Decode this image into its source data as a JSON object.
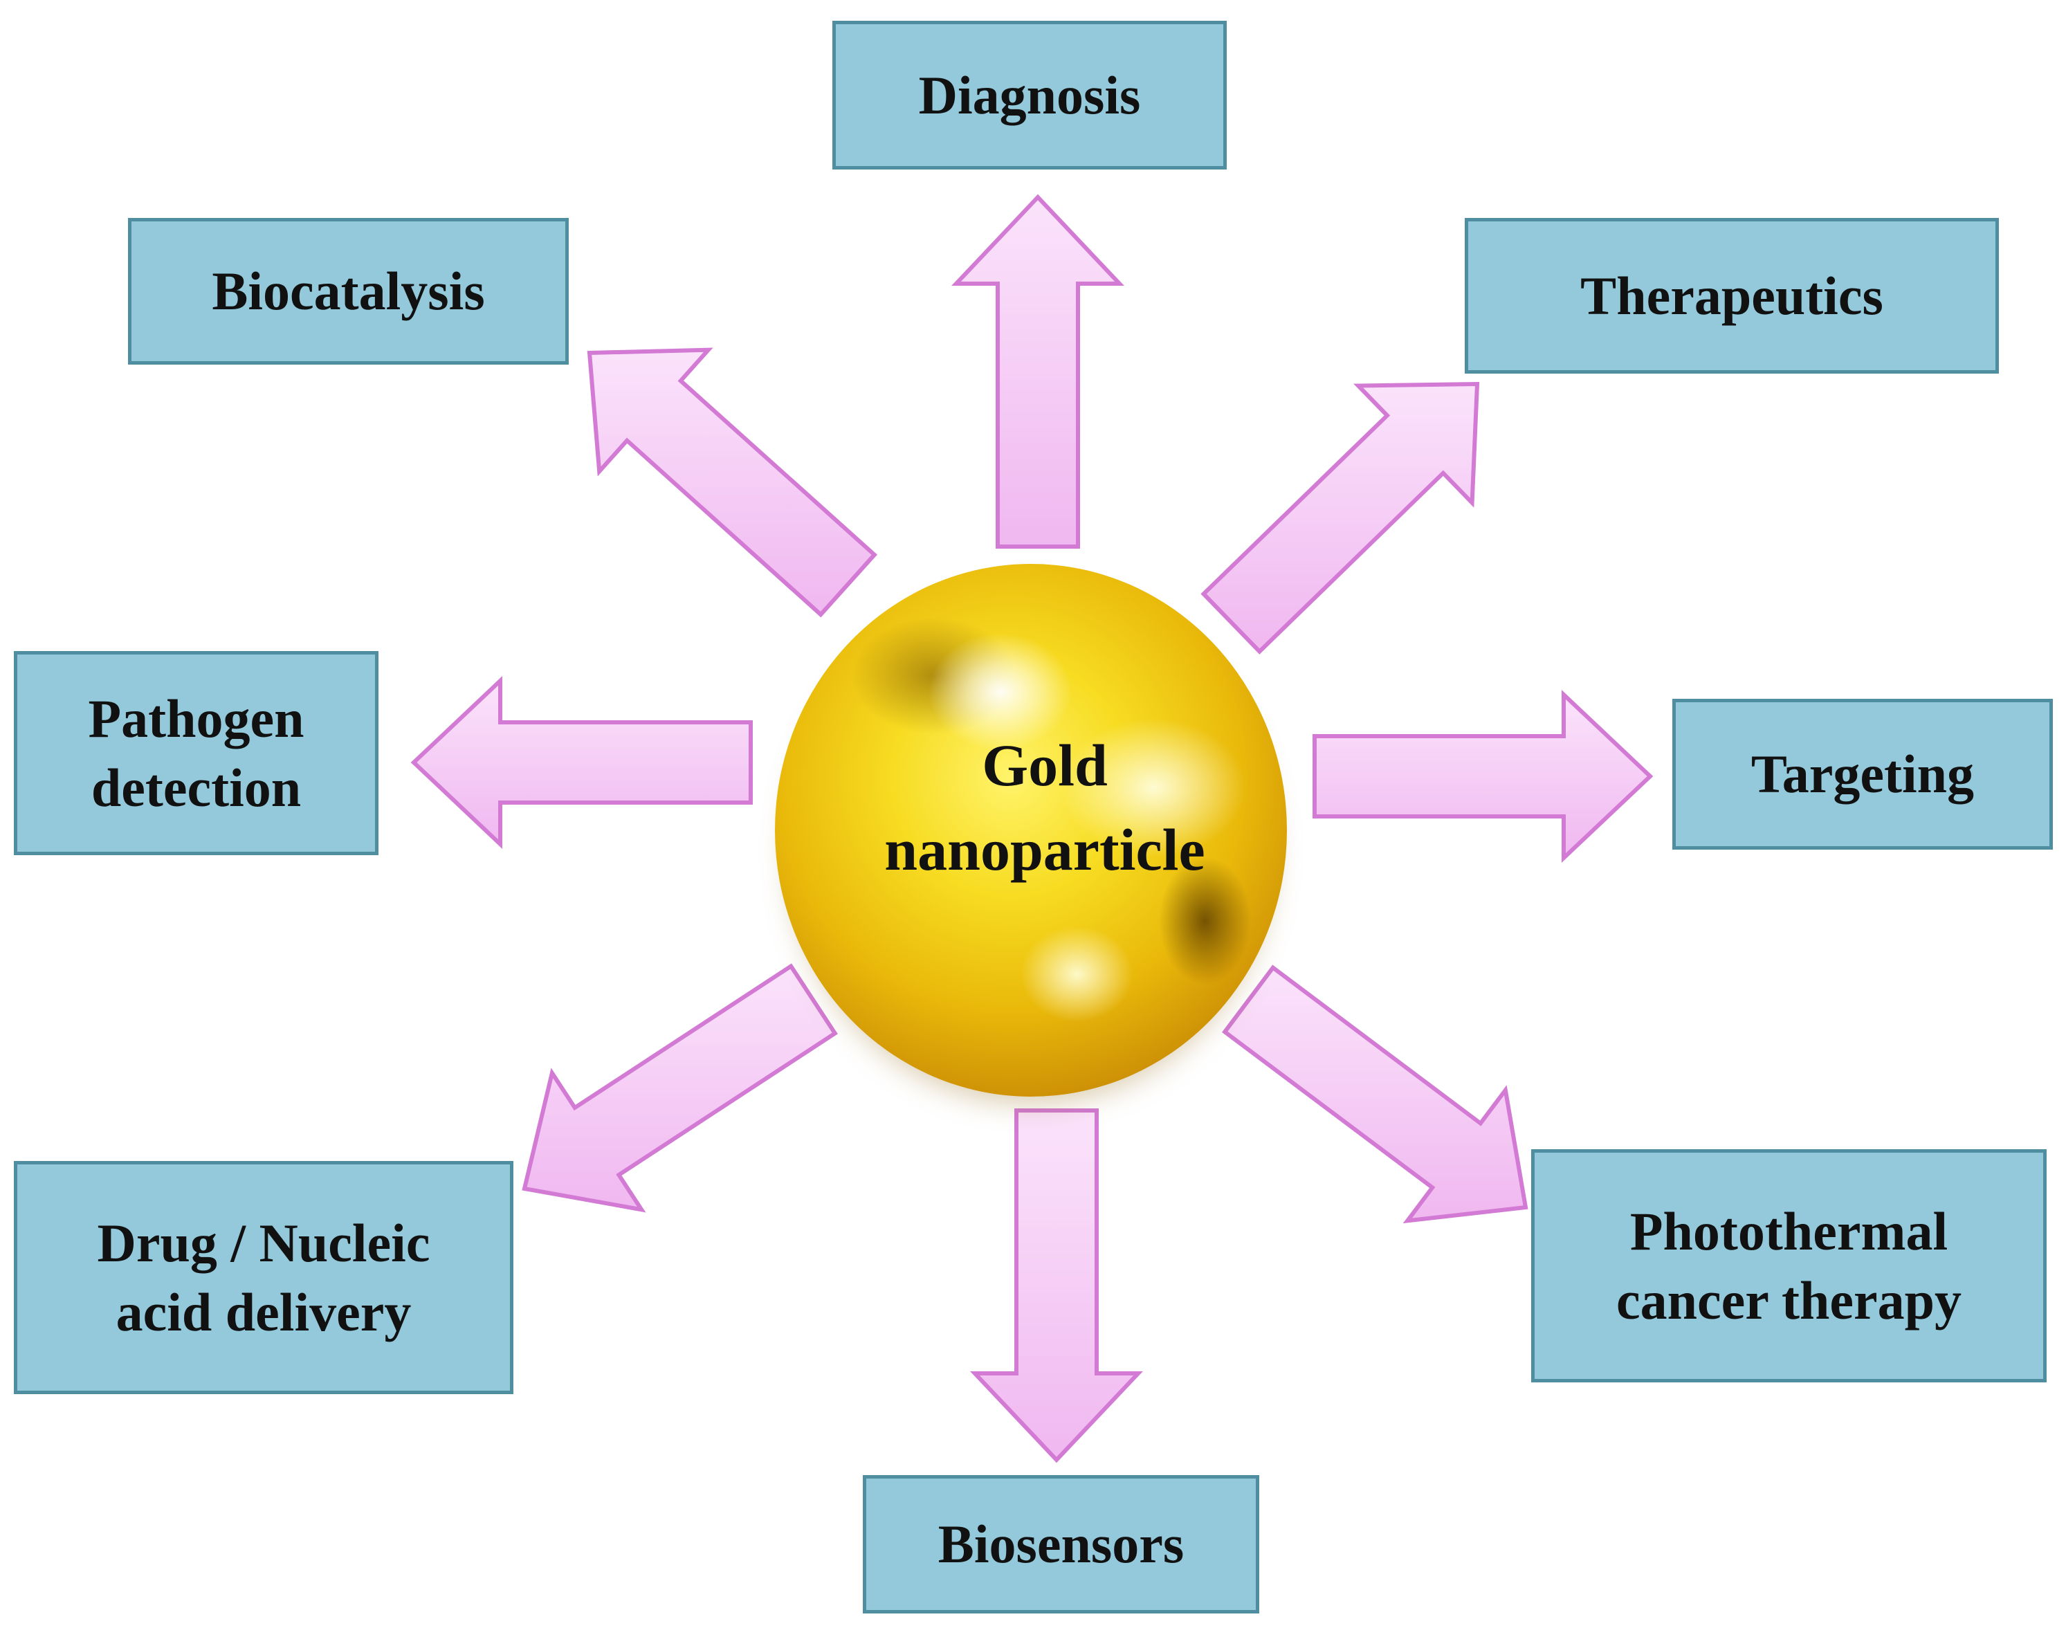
{
  "center": {
    "label": "Gold\nnanoparticle"
  },
  "nodes": [
    {
      "id": "diagnosis",
      "label": "Diagnosis"
    },
    {
      "id": "therapeutics",
      "label": "Therapeutics"
    },
    {
      "id": "targeting",
      "label": "Targeting"
    },
    {
      "id": "photothermal",
      "label": "Photothermal\ncancer therapy"
    },
    {
      "id": "biosensors",
      "label": "Biosensors"
    },
    {
      "id": "drug-delivery",
      "label": "Drug / Nucleic\nacid delivery"
    },
    {
      "id": "pathogen",
      "label": "Pathogen\ndetection"
    },
    {
      "id": "biocatalysis",
      "label": "Biocatalysis"
    }
  ],
  "colors": {
    "box_fill": "#93c9da",
    "box_border": "#4f8ea0",
    "arrow_fill": "#f6c8f6",
    "arrow_stroke": "#d27ad4",
    "gold": "#e9b90a"
  }
}
